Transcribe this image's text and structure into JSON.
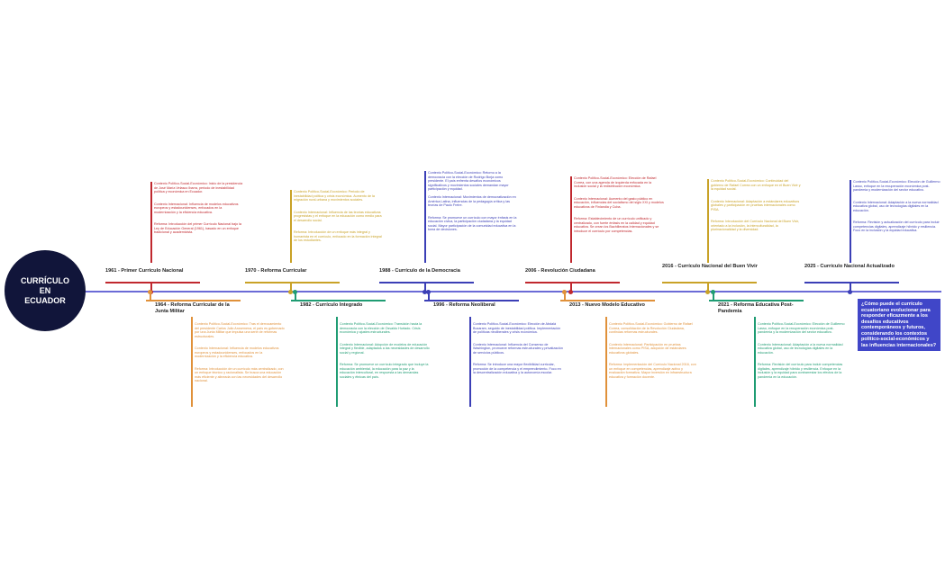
{
  "title": "CURRÍCULO EN ECUADOR",
  "question": "¿Cómo puede el currículo ecuatoriano evolucionar para responder eficazmente a los desafíos educativos contemporáneos y futuros, considerando los contextos político-social-económicos y las influencias internacionales?",
  "colors": {
    "axis": "#6b6bd6",
    "circle": "#11153a",
    "question_bg": "#4046c8"
  },
  "events_top": [
    {
      "title": "1961 - Primer Currículo Nacional",
      "color": "#c0282e",
      "paras": [
        "Contexto Político-Social-Económico: Inicio de la presidencia de José María Velasco Ibarra, periodo de inestabilidad política y económica en Ecuador.",
        "Contexto Internacional: Influencia de modelos educativos europeos y estadounidenses, enfocados en la modernización y la eficiencia educativa.",
        "Reforma: Introducción del primer Currículo Nacional bajo la Ley de Educación General (1961), basado en un enfoque tradicional y academicista."
      ]
    },
    {
      "title": "1970 - Reforma Curricular",
      "color": "#c9a227",
      "paras": [
        "Contexto Político-Social-Económico: Periodo de inestabilidad política y crisis económica. Aumento de la migración rural-urbana y movimientos sociales.",
        "Contexto Internacional: Influencia de las teorías educativas progresistas y el enfoque en la educación como medio para el desarrollo social.",
        "Reforma: Introducción de un enfoque más integral y humanista en el currículo, enfocado en la formación integral de los estudiantes."
      ]
    },
    {
      "title": "1988 - Currículo de la Democracia",
      "color": "#3b3fb6",
      "paras": [
        "Contexto Político-Social-Económico: Retorno a la democracia con la elección de Rodrigo Borja como presidente. El país enfrenta desafíos económicos significativos y movimientos sociales demandan mayor participación y equidad.",
        "Contexto Internacional: Movimientos de democratización en América Latina, influencias de la pedagogía crítica y las teorías de Paulo Freire.",
        "Reforma: Se promueve un currículo con mayor énfasis en la educación cívica, la participación ciudadana y la equidad social. Mayor participación de la comunidad educativa en la toma de decisiones."
      ]
    },
    {
      "title": "2006 - Revolución Ciudadana",
      "color": "#c0282e",
      "paras": [
        "Contexto Político-Social-Económico: Elección de Rafael Correa, con una agenda de izquierda enfocada en la inclusión social y la redistribución económica.",
        "Contexto Internacional: Aumento del gasto público en educación, influencias del socialismo del siglo XXI y modelos educativos de Finlandia y Cuba.",
        "Reforma: Establecimiento de un currículo unificado y centralizado, con fuerte énfasis en la calidad y equidad educativa. Se crean los Bachilleratos Internacionales y se introduce el currículo por competencias."
      ]
    },
    {
      "title": "2016 - Currículo Nacional del Buen Vivir",
      "color": "#c9a227",
      "paras": [
        "Contexto Político-Social-Económico: Continuidad del gobierno de Rafael Correa con un enfoque en el Buen Vivir y la equidad social.",
        "Contexto Internacional: Adaptación a estándares educativos globales y participación en pruebas internacionales como PISA.",
        "Reforma: Introducción del Currículo Nacional del Buen Vivir, orientado a la inclusión, la interculturalidad, la plurinacionalidad y la diversidad."
      ]
    },
    {
      "title": "2025 - Currículo Nacional Actualizado",
      "color": "#3b3fb6",
      "paras": [
        "Contexto Político-Social-Económico: Elección de Guillermo Lasso, enfoque en la recuperación económica post-pandemia y modernización del sector educativo.",
        "Contexto Internacional: Adaptación a la nueva normalidad educativa global, uso de tecnologías digitales en la educación.",
        "Reforma: Revisión y actualización del currículo para incluir competencias digitales, aprendizaje híbrido y resiliencia. Foco en la inclusión y la equidad educativa."
      ]
    }
  ],
  "events_bottom": [
    {
      "title": "1964 - Reforma Curricular de la Junta Militar",
      "color": "#e0913a",
      "paras": [
        "Contexto Político-Social-Económico: Tras el derrocamiento del presidente Carlos Julio Arosemena, el país es gobernado por una Junta Militar que impulsa una serie de reformas estructurales.",
        "Contexto Internacional: Influencia de modelos educativos europeos y estadounidenses, enfocados en la modernización y la eficiencia educativa.",
        "Reforma: Introducción de un currículo más centralizado, con un enfoque técnico y racionalista. Se busca una educación más eficiente y alineada con las necesidades del desarrollo nacional."
      ]
    },
    {
      "title": "1982 - Currículo Integrado",
      "color": "#1f9c73",
      "paras": [
        "Contexto Político-Social-Económico: Transición hacia la democracia con la elección de Osvaldo Hurtado. Crisis económica y ajustes estructurales.",
        "Contexto Internacional: Adopción de modelos de educación integral y flexible, adaptados a las necesidades de desarrollo social y regional.",
        "Reforma: Se promueve un currículo integrado que incluye la educación ambiental, la educación para la paz y la educación intercultural, en respuesta a las demandas sociales y étnicas del país."
      ]
    },
    {
      "title": "1996 - Reforma Neoliberal",
      "color": "#3b3fb6",
      "paras": [
        "Contexto Político-Social-Económico: Elección de Abdalá Bucaram, seguido de inestabilidad política. Implementación de políticas neoliberales y crisis económica.",
        "Contexto Internacional: Influencia del Consenso de Washington, promueve reformas estructurales y privatización de servicios públicos.",
        "Reforma: Se introduce una mayor flexibilidad curricular, promoción de la competencia y el emprendimiento. Foco en la descentralización educativa y la autonomía escolar."
      ]
    },
    {
      "title": "2013 - Nuevo Modelo Educativo",
      "color": "#e0913a",
      "paras": [
        "Contexto Político-Social-Económico: Gobierno de Rafael Correa, consolidación de la Revolución Ciudadana, continúas reformas estructurales.",
        "Contexto Internacional: Participación en pruebas internacionales como PISA, adopción de estándares educativos globales.",
        "Reforma: Implementación del Currículo Nacional 2016, con un enfoque en competencias, aprendizaje activo y evaluación formativa. Mayor inversión en infraestructura educativa y formación docente."
      ]
    },
    {
      "title": "2021 - Reforma Educativa Post-Pandemia",
      "color": "#1f9c73",
      "paras": [
        "Contexto Político-Social-Económico: Elección de Guillermo Lasso, enfoque en la recuperación económica post-pandemia y la modernización del sector educativo.",
        "Contexto Internacional: Adaptación a la nueva normalidad educativa global, uso de tecnologías digitales en la educación.",
        "Reforma: Revisión del currículo para incluir competencias digitales, aprendizaje híbrido y resiliencia. Enfoque en la inclusión y la equidad para contrarrestar los efectos de la pandemia en la educación."
      ]
    }
  ]
}
